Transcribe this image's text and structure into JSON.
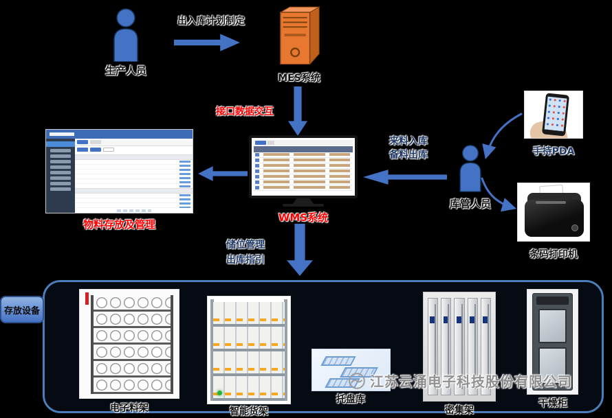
{
  "colors": {
    "background": "#000000",
    "arrow_blue": "#4472C4",
    "person_blue": "#4472C4",
    "server_orange": "#E8782F",
    "red_label": "#FF0000",
    "navy_label": "#1F3864",
    "panel_border": "#4A7EBB"
  },
  "flow": {
    "producer_label": "生产人员",
    "plan_label": "出入库计划制定",
    "mes_label": "MES系统",
    "interface_label": "接口数据交互",
    "wms_label": "WMS系统",
    "material_mgmt_label": "物料存放及管理",
    "incoming_line1": "来料入库",
    "incoming_line2": "备料出库",
    "keeper_label": "库管人员",
    "pda_label": "手持PDA",
    "printer_label": "条码打印机",
    "storage_line1": "储位管理",
    "storage_line2": "出库指引"
  },
  "panel": {
    "tab_label": "存放设备",
    "items": [
      {
        "label": "电子料架"
      },
      {
        "label": "智能货架"
      },
      {
        "label": "托盘库"
      },
      {
        "label": "密集架"
      },
      {
        "label": "干燥柜"
      }
    ]
  },
  "watermark": {
    "company": "江苏云涌电子科技股份有限公司"
  }
}
